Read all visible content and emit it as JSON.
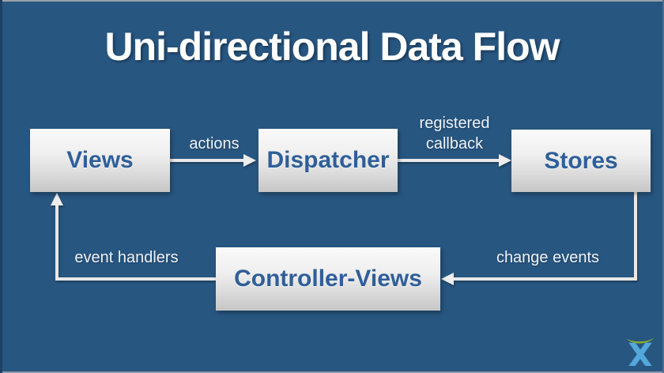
{
  "title": "Uni-directional Data Flow",
  "nodes": {
    "views": {
      "label": "Views"
    },
    "dispatcher": {
      "label": "Dispatcher"
    },
    "stores": {
      "label": "Stores"
    },
    "controller_views": {
      "label": "Controller-Views"
    }
  },
  "edges": {
    "views_to_dispatcher": {
      "from": "Views",
      "to": "Dispatcher",
      "label": "actions"
    },
    "dispatcher_to_stores": {
      "from": "Dispatcher",
      "to": "Stores",
      "label": "registered callback"
    },
    "stores_to_controller_views": {
      "from": "Stores",
      "to": "Controller-Views",
      "label": "change events"
    },
    "controller_views_to_views": {
      "from": "Controller-Views",
      "to": "Views",
      "label": "event handlers"
    }
  },
  "logo": {
    "name": "atlassian-logo"
  },
  "colors": {
    "background": "#275681",
    "box_text": "#2f5f99",
    "box_gradient_top": "#fafafa",
    "box_gradient_bottom": "#c6c6c6",
    "arrow": "#e8e8e8",
    "label_text": "#eef2f6",
    "title_text": "#fdfdfd",
    "logo_green": "#8eb021",
    "logo_blue": "#54a7da"
  }
}
